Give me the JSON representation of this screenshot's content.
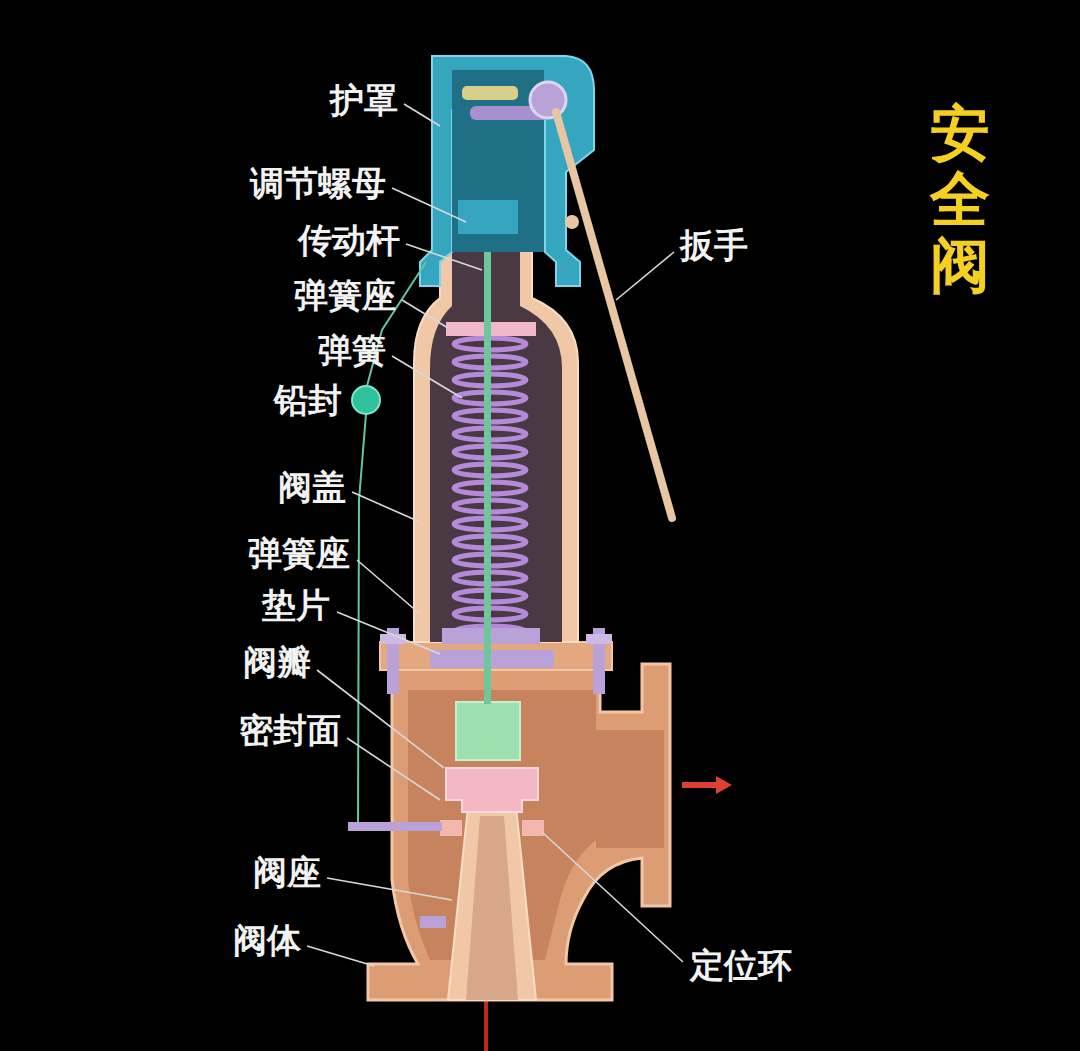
{
  "diagram": {
    "title": "安全阀",
    "labels": [
      "护罩",
      "调节螺母",
      "传动杆",
      "弹簧座",
      "弹簧",
      "铅封",
      "阀盖",
      "弹簧座",
      "垫片",
      "阀瓣",
      "密封面",
      "阀座",
      "阀体",
      "定位环",
      "扳手"
    ]
  }
}
